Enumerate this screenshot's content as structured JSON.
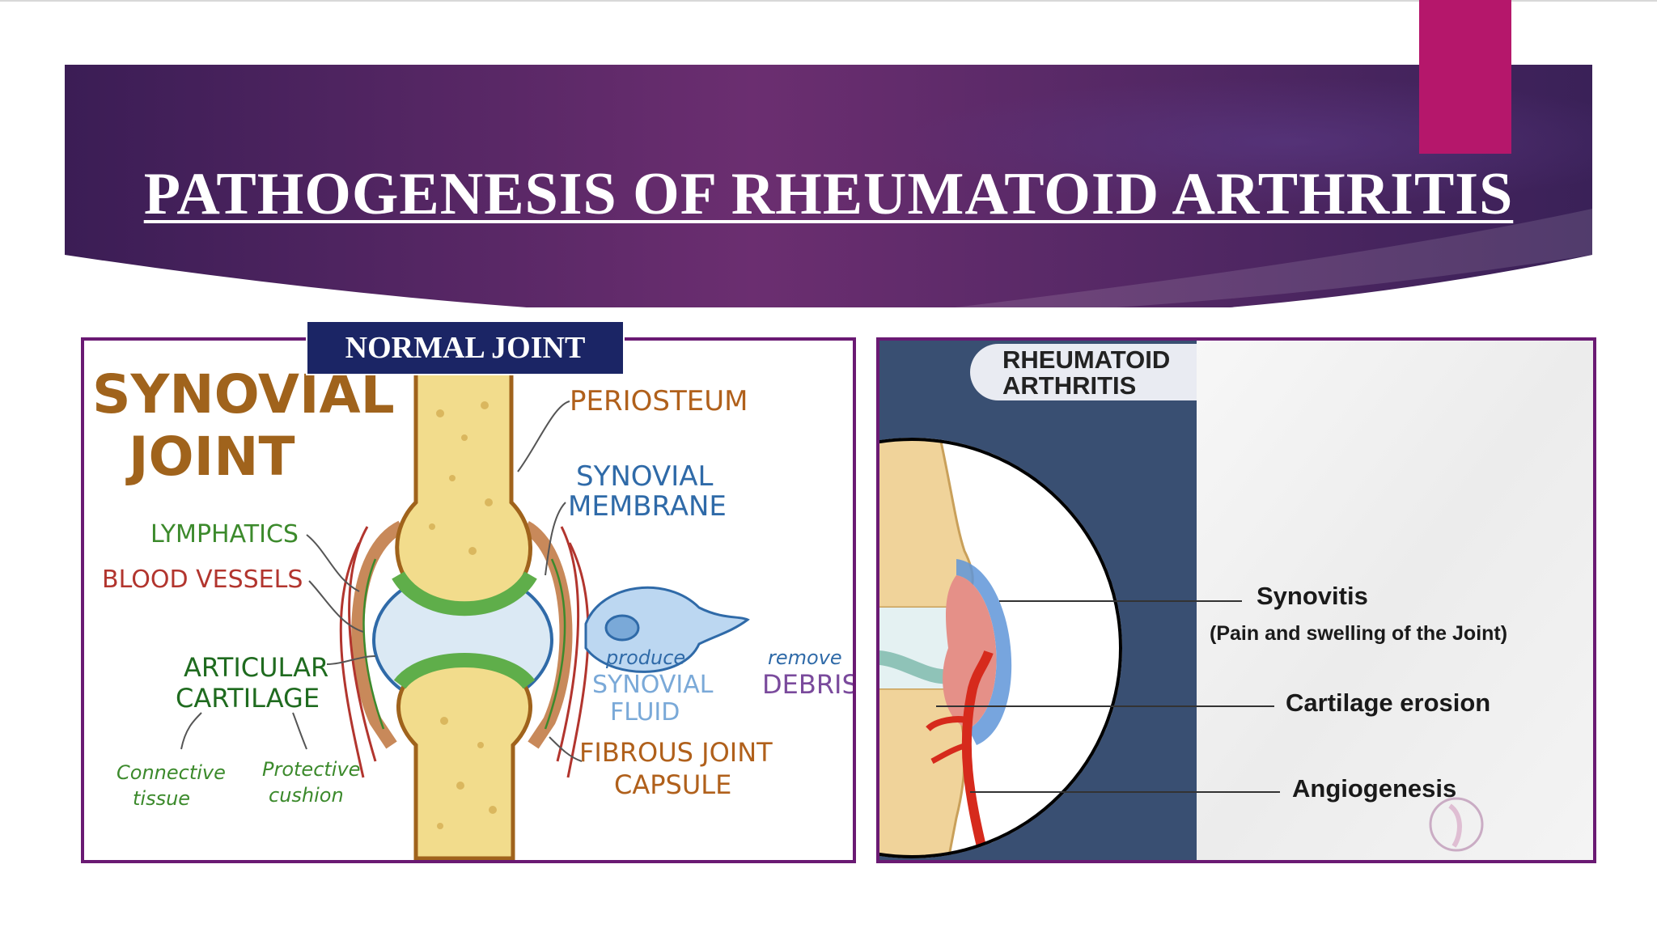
{
  "slide": {
    "title": "PATHOGENESIS OF RHEUMATOID ARTHRITIS",
    "colors": {
      "banner_left": "#3b1d55",
      "banner_mid": "#6b2e70",
      "banner_right": "#3a2158",
      "accent_tab": "#b5176b",
      "panel_border": "#6a1a73",
      "label_bg": "#1b2565"
    }
  },
  "normal_joint": {
    "label": "NORMAL JOINT",
    "heading_line1": "SYNOVIAL",
    "heading_line2": "JOINT",
    "labels": {
      "periosteum": "PERIOSTEUM",
      "synovial_membrane_line1": "SYNOVIAL",
      "synovial_membrane_line2": "MEMBRANE",
      "lymphatics": "LYMPHATICS",
      "blood_vessels": "BLOOD VESSELS",
      "articular_line1": "ARTICULAR",
      "articular_line2": "CARTILAGE",
      "connective_line1": "Connective",
      "connective_line2": "tissue",
      "protective_line1": "Protective",
      "protective_line2": "cushion",
      "produce": "produce",
      "synovial_fluid_line1": "SYNOVIAL",
      "synovial_fluid_line2": "FLUID",
      "remove": "remove",
      "debris": "DEBRIS",
      "fibrous_line1": "FIBROUS JOINT",
      "fibrous_line2": "CAPSULE"
    },
    "colors": {
      "brown": "#a0631c",
      "blue": "#2f6aa8",
      "green": "#3c8a2c",
      "dark_green": "#1f6b1f",
      "red": "#b2352e",
      "orange": "#b0601b",
      "purple": "#7a4a9c",
      "light_blue": "#7aa9d8",
      "bone": "#f2dc8c",
      "cartilage": "#5fae4a"
    }
  },
  "rheumatoid": {
    "badge_line1": "RHEUMATOID",
    "badge_line2": "ARTHRITIS",
    "synovitis": "Synovitis",
    "synovitis_note": "(Pain and swelling of the Joint)",
    "cartilage_erosion": "Cartilage erosion",
    "angiogenesis": "Angiogenesis",
    "colors": {
      "navy": "#394f72",
      "badge_bg": "#e9ebf2",
      "vessel": "#d62a1c",
      "synovium": "#e59088",
      "membrane": "#5f95d8"
    }
  }
}
